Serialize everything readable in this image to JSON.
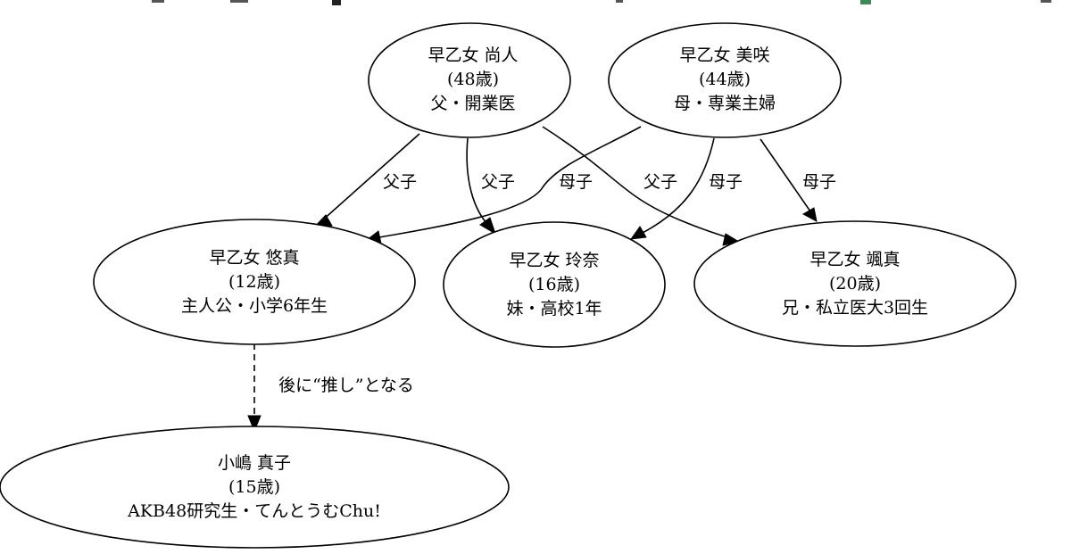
{
  "nodes": {
    "father": {
      "name": "早乙女 尚人",
      "age": "(48歳)",
      "role": "父・開業医"
    },
    "mother": {
      "name": "早乙女 美咲",
      "age": "(44歳)",
      "role": "母・専業主婦"
    },
    "yuma": {
      "name": "早乙女 悠真",
      "age": "(12歳)",
      "role": "主人公・小学6年生"
    },
    "rena": {
      "name": "早乙女 玲奈",
      "age": "(16歳)",
      "role": "妹・高校1年"
    },
    "futoma": {
      "name": "早乙女 颯真",
      "age": "(20歳)",
      "role": "兄・私立医大3回生"
    },
    "mako": {
      "name": "小嶋 真子",
      "age": "(15歳)",
      "role": "AKB48研究生・てんとうむChu!"
    }
  },
  "edges": {
    "father_yuma": "父子",
    "father_rena": "父子",
    "father_futoma": "父子",
    "mother_yuma": "母子",
    "mother_rena": "母子",
    "mother_futoma": "母子",
    "yuma_mako": "後に“推し”となる"
  }
}
